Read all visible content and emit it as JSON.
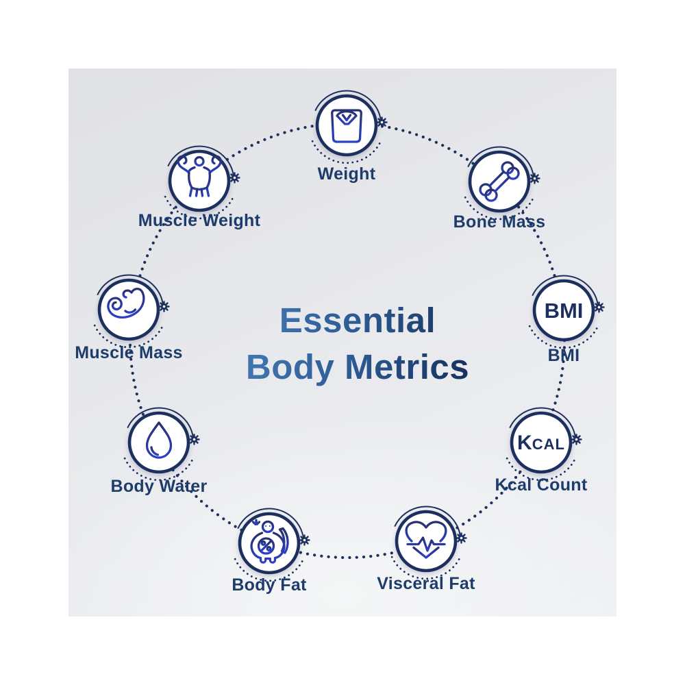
{
  "title": {
    "line1": "Essential",
    "line2": "Body Metrics"
  },
  "nodes": [
    {
      "label": "Weight",
      "icon": "scale-icon"
    },
    {
      "label": "Bone Mass",
      "icon": "bone-icon"
    },
    {
      "label": "BMI",
      "icon": "bmi-text-icon",
      "icon_text": "BMI"
    },
    {
      "label": "Kcal Count",
      "icon": "kcal-text-icon",
      "icon_text_main": "K",
      "icon_text_rest": "CAL"
    },
    {
      "label": "Visceral Fat",
      "icon": "heart-pulse-icon"
    },
    {
      "label": "Body Fat",
      "icon": "body-fat-icon"
    },
    {
      "label": "Body Water",
      "icon": "water-drop-icon"
    },
    {
      "label": "Muscle Mass",
      "icon": "bicep-icon"
    },
    {
      "label": "Muscle Weight",
      "icon": "bodybuilder-icon"
    }
  ],
  "colors": {
    "page_background": "#ffffff",
    "panel_background": "#e9eaed",
    "node_border": "#1d2f5e",
    "connector_dots": "#1d2f5e",
    "icon_blue_top": "#28306e",
    "icon_blue_bottom": "#2c40c4",
    "label_text": "#1e3c6b",
    "title_gradient_start": "#4478b2",
    "title_gradient_end": "#16305c"
  }
}
